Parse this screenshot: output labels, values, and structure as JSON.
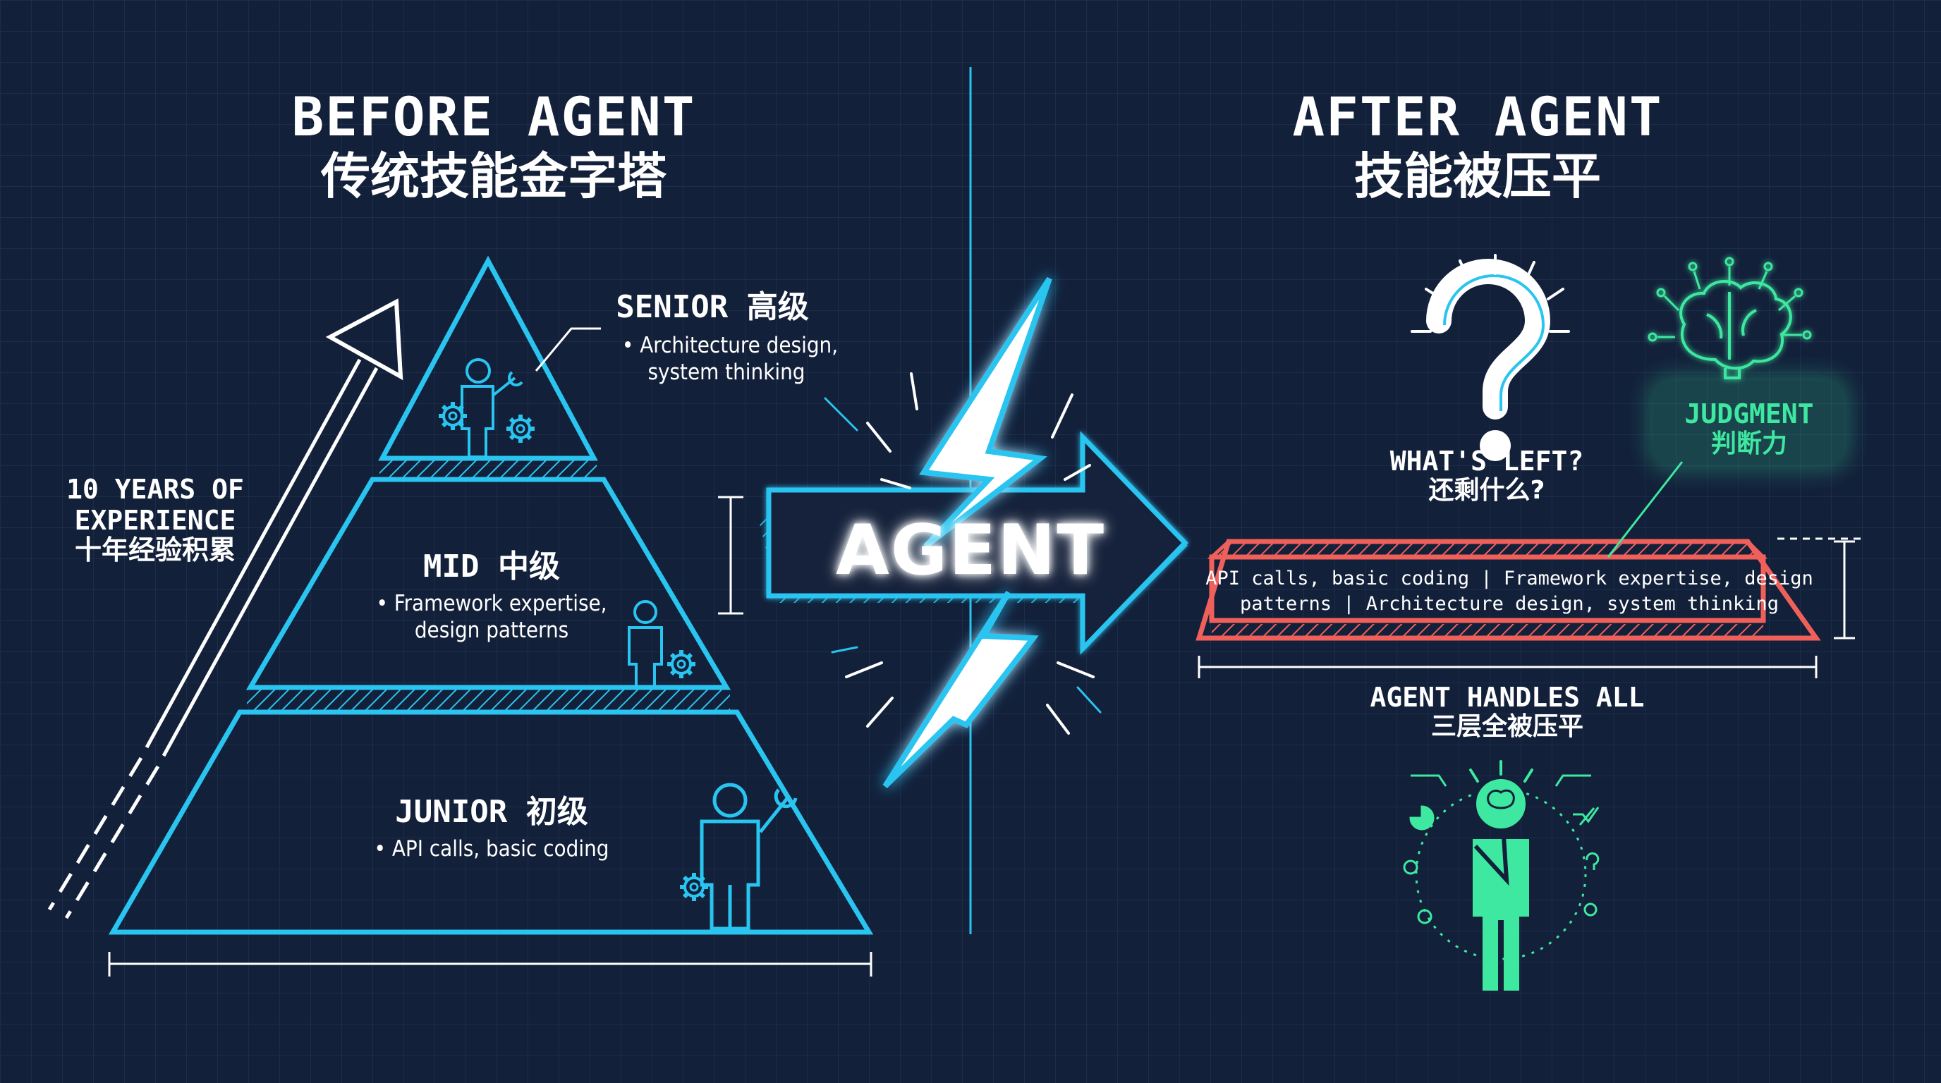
{
  "left": {
    "title": "BEFORE AGENT",
    "subtitle": "传统技能金字塔",
    "experience": {
      "line1": "10 YEARS OF",
      "line2": "EXPERIENCE",
      "line3": "十年经验积累"
    },
    "levels": [
      {
        "label": "SENIOR 高级",
        "note1": "• Architecture design,",
        "note2": "system thinking"
      },
      {
        "label": "MID 中级",
        "note1": "• Framework expertise,",
        "note2": "design patterns"
      },
      {
        "label": "JUNIOR 初级",
        "note1": "• API calls, basic coding"
      }
    ]
  },
  "center": {
    "label": "AGENT"
  },
  "right": {
    "title": "AFTER AGENT",
    "subtitle": "技能被压平",
    "question": {
      "en": "WHAT'S LEFT?",
      "cn": "还剩什么?"
    },
    "judgment": {
      "en": "JUDGMENT",
      "cn": "判断力"
    },
    "bar": {
      "line1": "API calls, basic coding | Framework expertise, design",
      "line2": "patterns | Architecture design, system thinking"
    },
    "handles": {
      "en": "AGENT HANDLES ALL",
      "cn": "三层全被压平"
    }
  },
  "colors": {
    "cyan": "#29c4f0",
    "red": "#f0605a",
    "green": "#3ee8a0",
    "bg": "#13203a"
  },
  "icons": [
    "gear-icon",
    "person-icon",
    "wrench-icon",
    "lightning-bolt-icon",
    "question-mark-icon",
    "brain-icon",
    "thinking-person-icon",
    "arrow-icon"
  ]
}
